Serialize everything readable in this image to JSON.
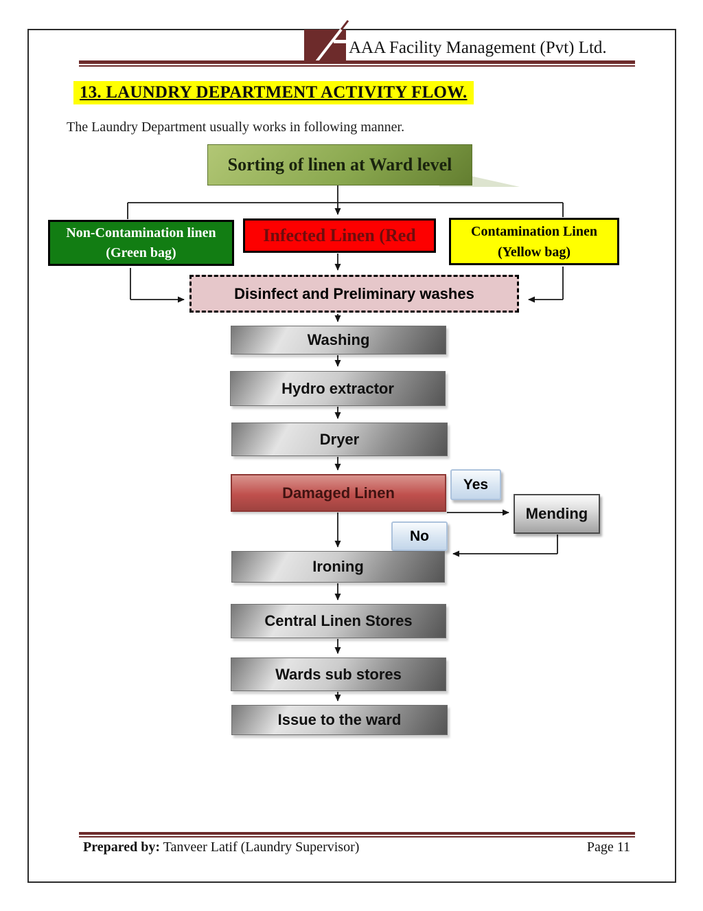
{
  "header": {
    "company_name": "AAA Facility Management (Pvt) Ltd.",
    "logo": "aaa-maroon-slash-logo"
  },
  "document": {
    "section_title": "13. LAUNDRY DEPARTMENT ACTIVITY FLOW.",
    "intro_text": "The Laundry Department usually works in following manner."
  },
  "flow": {
    "sorting": "Sorting of linen at Ward level",
    "non_contamination": {
      "line1": "Non-Contamination linen",
      "line2": "(Green bag)"
    },
    "infected": "Infected Linen (Red",
    "contamination": {
      "line1": "Contamination Linen",
      "line2": "(Yellow bag)"
    },
    "disinfect": "Disinfect and Preliminary washes",
    "washing": "Washing",
    "hydro_extractor": "Hydro extractor",
    "dryer": "Dryer",
    "damaged_linen": "Damaged Linen",
    "yes_label": "Yes",
    "no_label": "No",
    "mending": "Mending",
    "ironing": "Ironing",
    "central_linen_stores": "Central Linen Stores",
    "wards_sub_stores": "Wards sub stores",
    "issue_to_ward": "Issue to the ward"
  },
  "footer": {
    "prepared_by_label": "Prepared by:",
    "prepared_by_name": " Tanveer Latif (Laundry Supervisor)",
    "page_label": "Page 11"
  },
  "colors": {
    "maroon": "#6d2b2b",
    "highlight_yellow": "#ffff00",
    "green_bag_box": "#127d13",
    "infected_red_box": "#fd0000",
    "contamination_yellow_box": "#ffff00",
    "disinfect_pink": "#e6c7ca",
    "damaged_red": "#c0504d",
    "decision_blue": "#dbe7f3"
  }
}
